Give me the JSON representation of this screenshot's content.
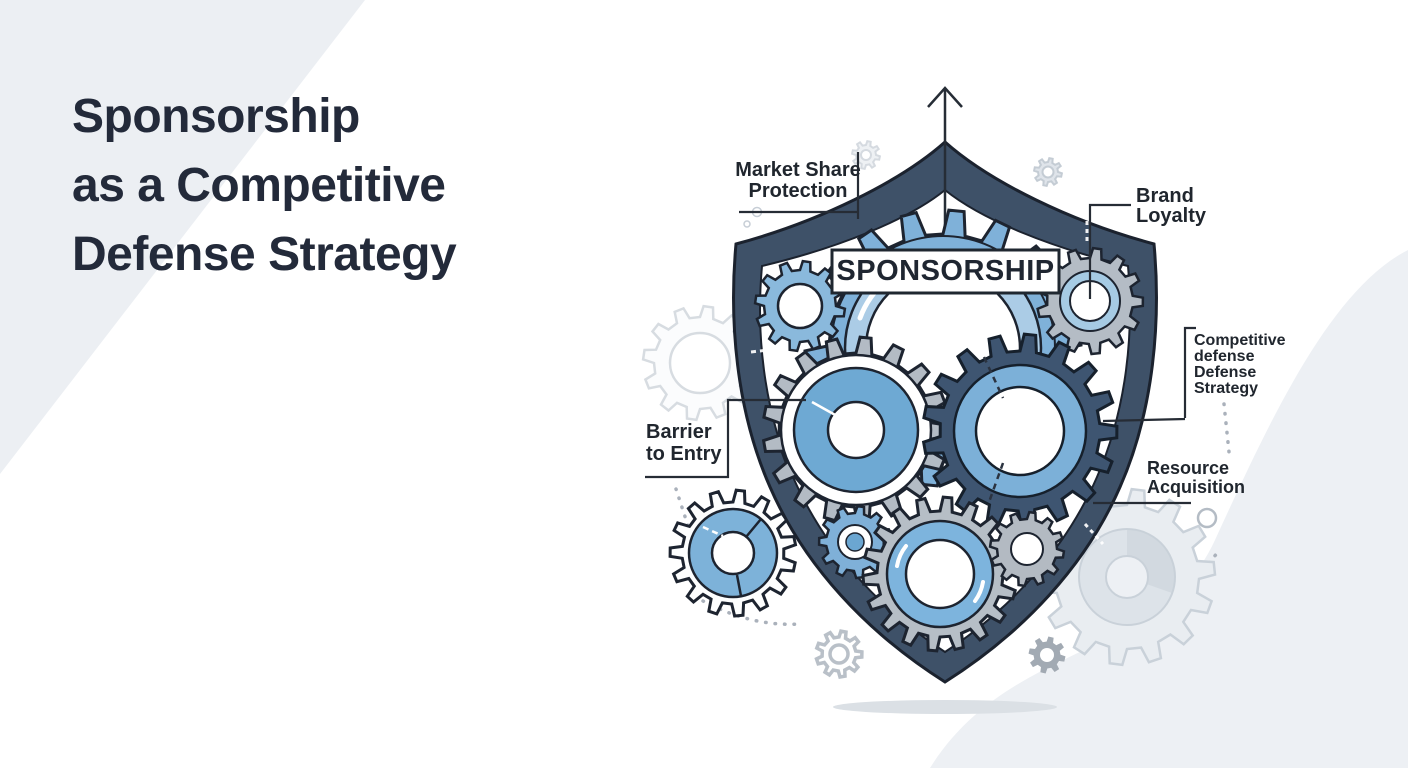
{
  "title": [
    "Sponsorship",
    "as a Competitive",
    "Defense Strategy"
  ],
  "diagram": {
    "banner": {
      "text": "SPONSORSHIP"
    },
    "labels": {
      "market_share_protection": [
        "Market Share",
        "Protection"
      ],
      "brand_loyalty": [
        "Brand",
        "Loyalty"
      ],
      "barrier_to_entry": [
        "Barrier",
        "to Entry"
      ],
      "competitive_defense": [
        "Competitive",
        "defense",
        "Defense",
        "Strategy"
      ],
      "resource_acquisition": [
        "Resource",
        "Acquisition"
      ]
    },
    "icons": [
      "shield-icon",
      "gear-icon",
      "arrow-up-icon"
    ],
    "colors": {
      "shield": "#3e5168",
      "gear_blue": "#7fb1d9",
      "gear_light_blue": "#abcce6",
      "gear_navy": "#3e5571",
      "gear_gray": "#b4bcc5",
      "ink": "#222938",
      "background_tint": "#eceff3"
    }
  }
}
